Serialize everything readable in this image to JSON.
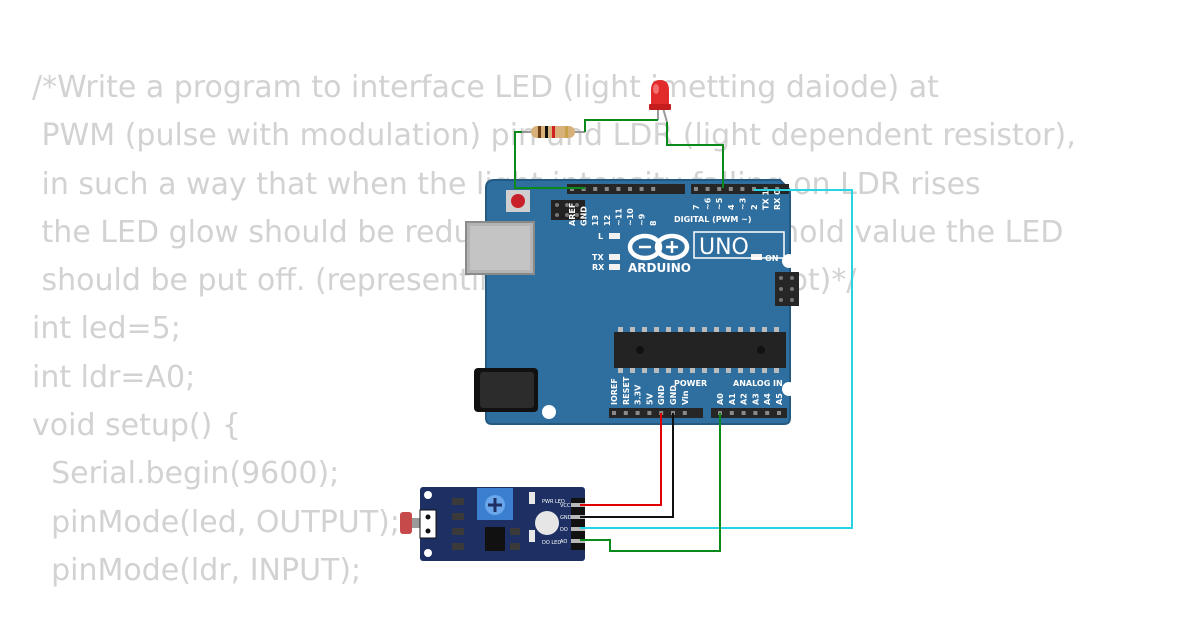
{
  "code_lines": [
    "/*Write a program to interface LED (light imetting daiode) at",
    " PWM (pulse with modulation) pin and LDR (light dependent resistor),",
    " in such a way that when the light intensity falling on LDR rises",
    " the LED glow should be reduced and above threshold value the LED",
    " should be put off. (representing street light concept)*/",
    "int led=5;",
    "int ldr=A0;",
    "void setup() {",
    "  Serial.begin(9600);",
    "  pinMode(led, OUTPUT);",
    "  pinMode(ldr, INPUT);"
  ],
  "board": {
    "model": "UNO",
    "brand": "ARDUINO",
    "digital_header_label": "DIGITAL (PWM ~)",
    "power_label": "POWER",
    "analog_label": "ANALOG IN",
    "on_label": "ON",
    "l_label": "L",
    "tx_label": "TX",
    "rx_label": "RX",
    "top_pins_left": [
      "AREF",
      "GND",
      "13",
      "12",
      "~11",
      "~10",
      "~9",
      "8"
    ],
    "top_pins_right": [
      "7",
      "~6",
      "~5",
      "4",
      "~3",
      "2",
      "TX 1",
      "RX 0"
    ],
    "power_pins": [
      "IOREF",
      "RESET",
      "3.3V",
      "5V",
      "GND",
      "GND",
      "Vin"
    ],
    "analog_pins": [
      "A0",
      "A1",
      "A2",
      "A3",
      "A4",
      "A5"
    ],
    "colors": {
      "pcb": "#2f6f9f",
      "pcb_edge": "#245a82",
      "header": "#262626"
    }
  },
  "ldr_module": {
    "pin_labels": [
      "VCC",
      "GND",
      "DO",
      "AO"
    ],
    "pwr_led_label": "PWR LED",
    "do_led_label": "DO LED",
    "colors": {
      "pcb": "#1d2f63"
    }
  },
  "components": {
    "led_color": "#e22b2b",
    "resistor_body": "#d8b07a"
  },
  "wire_colors": {
    "green": "#0a8a1a",
    "red": "#e00000",
    "black": "#111111",
    "cyan": "#27d4e4"
  }
}
